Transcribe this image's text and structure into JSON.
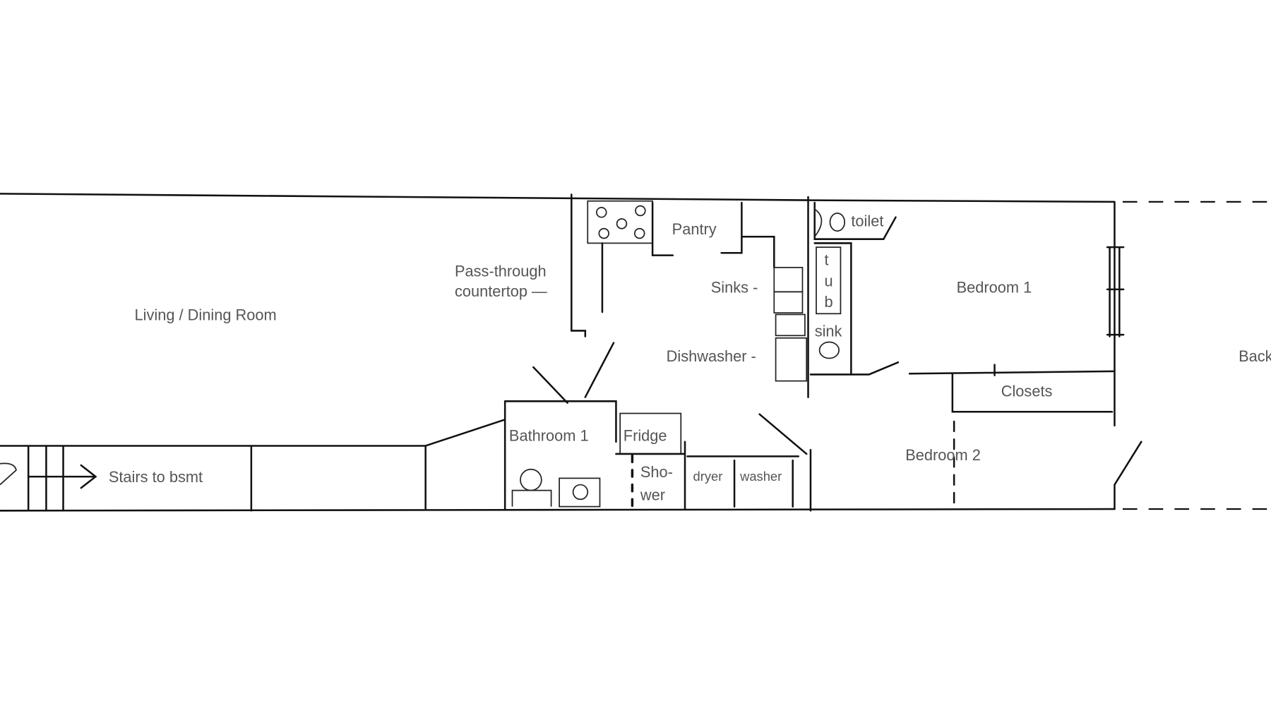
{
  "floor_plan": {
    "rooms": {
      "living": "Living / Dining Room",
      "stairs": "Stairs to bsmt",
      "pass_through_1": "Pass-through",
      "pass_through_2": "countertop  —",
      "pantry": "Pantry",
      "sinks": "Sinks -",
      "dishwasher": "Dishwasher -",
      "bathroom1": "Bathroom 1",
      "fridge": "Fridge",
      "shower_1": "Sho-",
      "shower_2": "wer",
      "dryer": "dryer",
      "washer": "washer",
      "toilet": "toilet",
      "tub_t": "t",
      "tub_u": "u",
      "tub_b": "b",
      "sink": "sink",
      "bedroom1": "Bedroom 1",
      "closets": "Closets",
      "bedroom2": "Bedroom 2",
      "back": "Back"
    }
  }
}
